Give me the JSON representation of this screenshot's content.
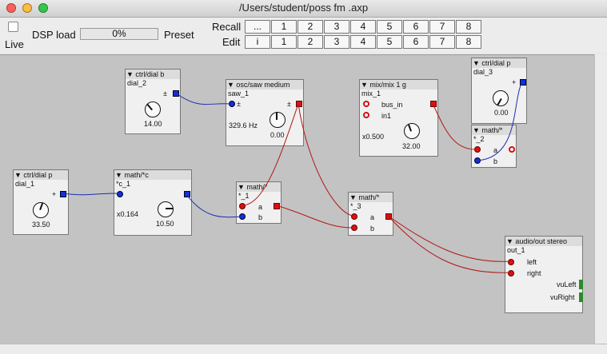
{
  "window": {
    "title": "/Users/student/poss fm .axp"
  },
  "toolbar": {
    "live_label": "Live",
    "dsp_label": "DSP load",
    "dsp_value": "0%",
    "preset_label": "Preset",
    "recall_label": "Recall",
    "edit_label": "Edit",
    "recall_cells": [
      "...",
      "1",
      "2",
      "3",
      "4",
      "5",
      "6",
      "7",
      "8"
    ],
    "edit_cells": [
      "i",
      "1",
      "2",
      "3",
      "4",
      "5",
      "6",
      "7",
      "8"
    ]
  },
  "objects": {
    "dial_b": {
      "type": "▼ ctrl/dial b",
      "name": "dial_2",
      "outlet": "±",
      "value": "14.00"
    },
    "dial_p1": {
      "type": "▼ ctrl/dial p",
      "name": "dial_1",
      "outlet": "+",
      "value": "33.50"
    },
    "osc": {
      "type": "▼ osc/saw medium",
      "name": "saw_1",
      "inlet": "±",
      "outlet": "±",
      "freq": "329.6 Hz",
      "value": "0.00"
    },
    "mathc": {
      "type": "▼ math/*c",
      "name": "*c_1",
      "mult": "x0.164",
      "value": "10.50"
    },
    "math1": {
      "type": "▼ math/*",
      "name": "*_1",
      "in_a": "a",
      "in_b": "b"
    },
    "math3": {
      "type": "▼ math/*",
      "name": "*_3",
      "in_a": "a",
      "in_b": "b"
    },
    "mix": {
      "type": "▼ mix/mix 1 g",
      "name": "mix_1",
      "in1": "bus_in",
      "in2": "in1",
      "mult": "x0.500",
      "value": "32.00"
    },
    "dial_p3": {
      "type": "▼ ctrl/dial p",
      "name": "dial_3",
      "outlet": "+",
      "value": "0.00"
    },
    "math2": {
      "type": "▼ math/*",
      "name": "*_2",
      "in_a": "a",
      "in_b": "b"
    },
    "out": {
      "type": "▼ audio/out stereo",
      "name": "out_1",
      "left": "left",
      "right": "right",
      "vuleft": "vuLeft",
      "vuright": "vuRight"
    }
  },
  "colors": {
    "audio_wire": "#b01818",
    "control_wire": "#1a2fb0",
    "canvas": "#c3c3c3",
    "vu": "#2a8a2a"
  }
}
